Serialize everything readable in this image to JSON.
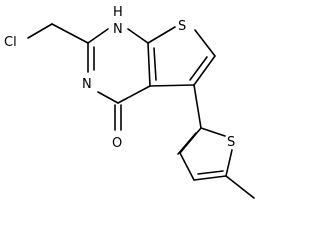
{
  "diagram": {
    "type": "chemical-structure",
    "atoms": {
      "chlorine": "Cl",
      "nh_hydrogen": "H",
      "nh_nitrogen": "N",
      "ring_nitrogen": "N",
      "carbonyl_oxygen": "O",
      "thiophene_sulfur_fused": "S",
      "thiophene_sulfur_methyl": "S"
    }
  }
}
